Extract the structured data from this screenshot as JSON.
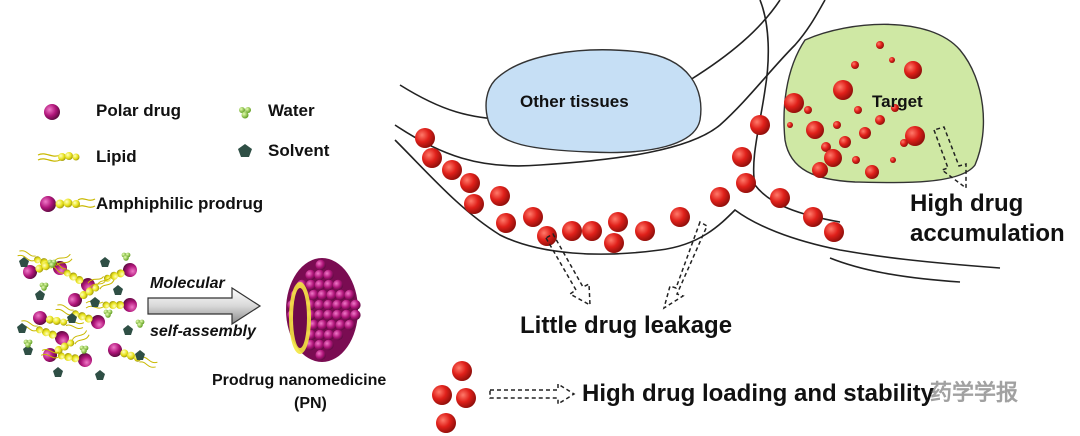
{
  "legend": {
    "polar_drug": "Polar drug",
    "water": "Water",
    "lipid": "Lipid",
    "solvent": "Solvent",
    "amphiphilic_prodrug": "Amphiphilic prodrug"
  },
  "assembly": {
    "line1": "Molecular",
    "line2": "self-assembly"
  },
  "nanomedicine": {
    "line1": "Prodrug nanomedicine",
    "line2": "(PN)"
  },
  "loading_label": "High drug loading and stability",
  "vessel": {
    "other_tissues": "Other tissues",
    "target": "Target",
    "accumulation_line1": "High drug",
    "accumulation_line2": "accumulation",
    "leakage": "Little drug leakage"
  },
  "watermark": "药学学报",
  "colors": {
    "drug_red": "#e0201a",
    "polar_magenta": "#b0157a",
    "lipid_yellow": "#e8e21a",
    "solvent_dark": "#2f4f45",
    "water_green": "#8fd43a",
    "tissue_blue": "#c6dff5",
    "target_green": "#cfe8a4"
  }
}
